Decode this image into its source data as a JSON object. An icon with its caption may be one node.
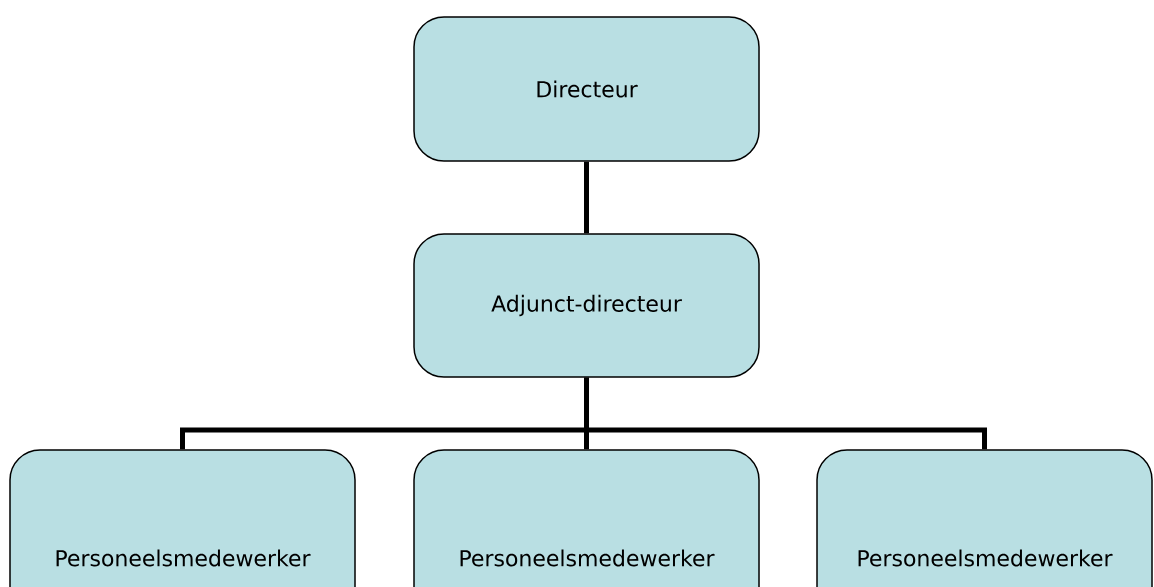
{
  "diagram": {
    "nodes": [
      {
        "text": [
          "Directeur"
        ]
      },
      {
        "text": [
          "Adjunct-directeur"
        ]
      },
      {
        "text": [
          "Personeelsmedewerker"
        ]
      },
      {
        "text": [
          "Personeelsmedewerker"
        ]
      },
      {
        "text": [
          "Personeelsmedewerker"
        ]
      }
    ],
    "edges": [
      {
        "from": 0,
        "to": 1,
        "arrow": "none"
      },
      {
        "from": 1,
        "to": 2,
        "arrow": "none"
      },
      {
        "from": 1,
        "to": 3,
        "arrow": "none"
      },
      {
        "from": 1,
        "to": 4,
        "arrow": "none"
      }
    ]
  }
}
